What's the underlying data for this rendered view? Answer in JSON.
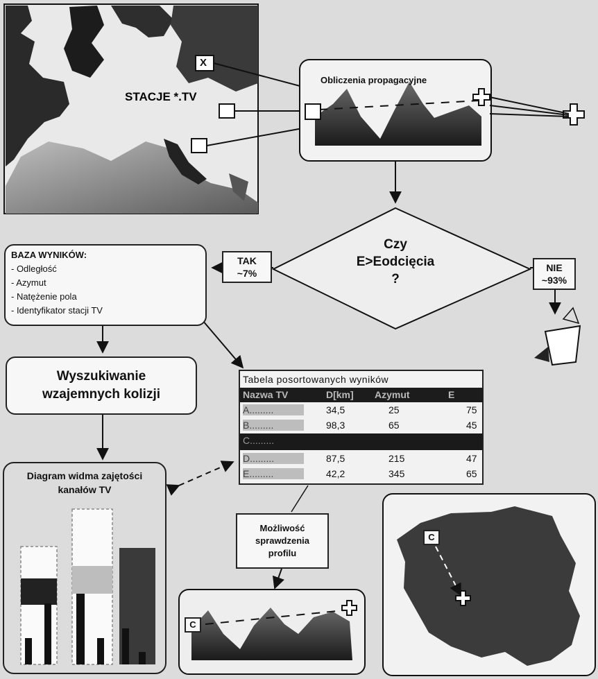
{
  "europe_map": {
    "label": "STACJE *.TV"
  },
  "station_markers": [
    "X"
  ],
  "propagation": {
    "title": "Obliczenia propagacyjne"
  },
  "decision": {
    "line1": "Czy",
    "line2": "E>Eodcięcia",
    "line3": "?"
  },
  "branch_yes": {
    "label": "TAK",
    "percent": "~7%"
  },
  "branch_no": {
    "label": "NIE",
    "percent": "~93%"
  },
  "results_db": {
    "title": "BAZA WYNIKÓW:",
    "items": [
      "- Odległość",
      "- Azymut",
      "- Natężenie pola",
      "- Identyfikator stacji TV"
    ]
  },
  "search": {
    "line1": "Wyszukiwanie",
    "line2": "wzajemnych kolizji"
  },
  "table": {
    "title": "Tabela posortowanych wyników",
    "headers": [
      "Nazwa TV",
      "D[km]",
      "Azymut",
      "E"
    ],
    "rows": [
      {
        "name": "A.........",
        "d": "34,5",
        "az": "25",
        "e": "75"
      },
      {
        "name": "B.........",
        "d": "98,3",
        "az": "65",
        "e": "45"
      },
      {
        "name": "C.........",
        "d": "",
        "az": "",
        "e": ""
      },
      {
        "name": "D.........",
        "d": "87,5",
        "az": "215",
        "e": "47"
      },
      {
        "name": "E.........",
        "d": "42,2",
        "az": "345",
        "e": "65"
      }
    ]
  },
  "spectrum": {
    "line1": "Diagram widma zajętości",
    "line2": "kanałów TV"
  },
  "profile_check": {
    "line1": "Możliwość",
    "line2": "sprawdzenia",
    "line3": "profilu"
  },
  "profile_marker": "C",
  "poland_marker": "C"
}
